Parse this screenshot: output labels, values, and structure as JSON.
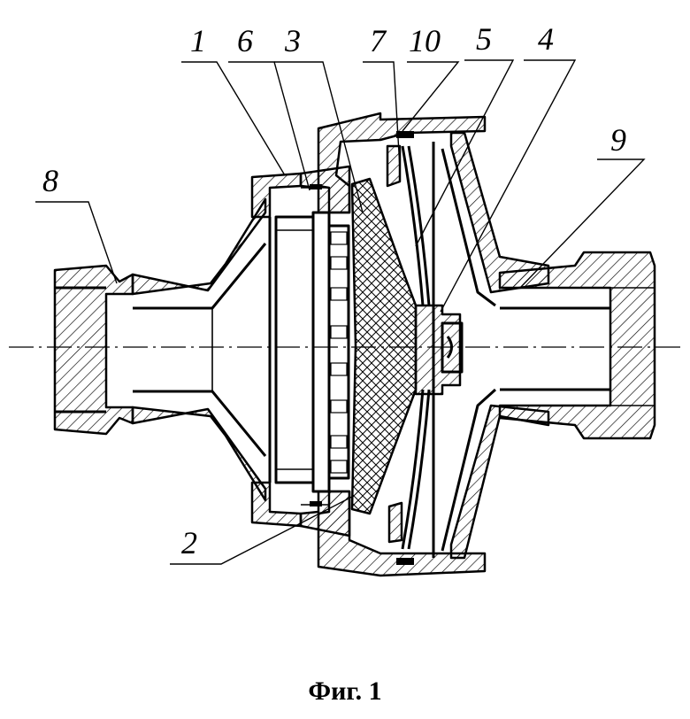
{
  "figure": {
    "caption": "Фиг. 1",
    "callouts": {
      "c1": "1",
      "c2": "2",
      "c3": "3",
      "c4": "4",
      "c5": "5",
      "c6": "6",
      "c7": "7",
      "c8": "8",
      "c9": "9",
      "c10": "10"
    }
  }
}
